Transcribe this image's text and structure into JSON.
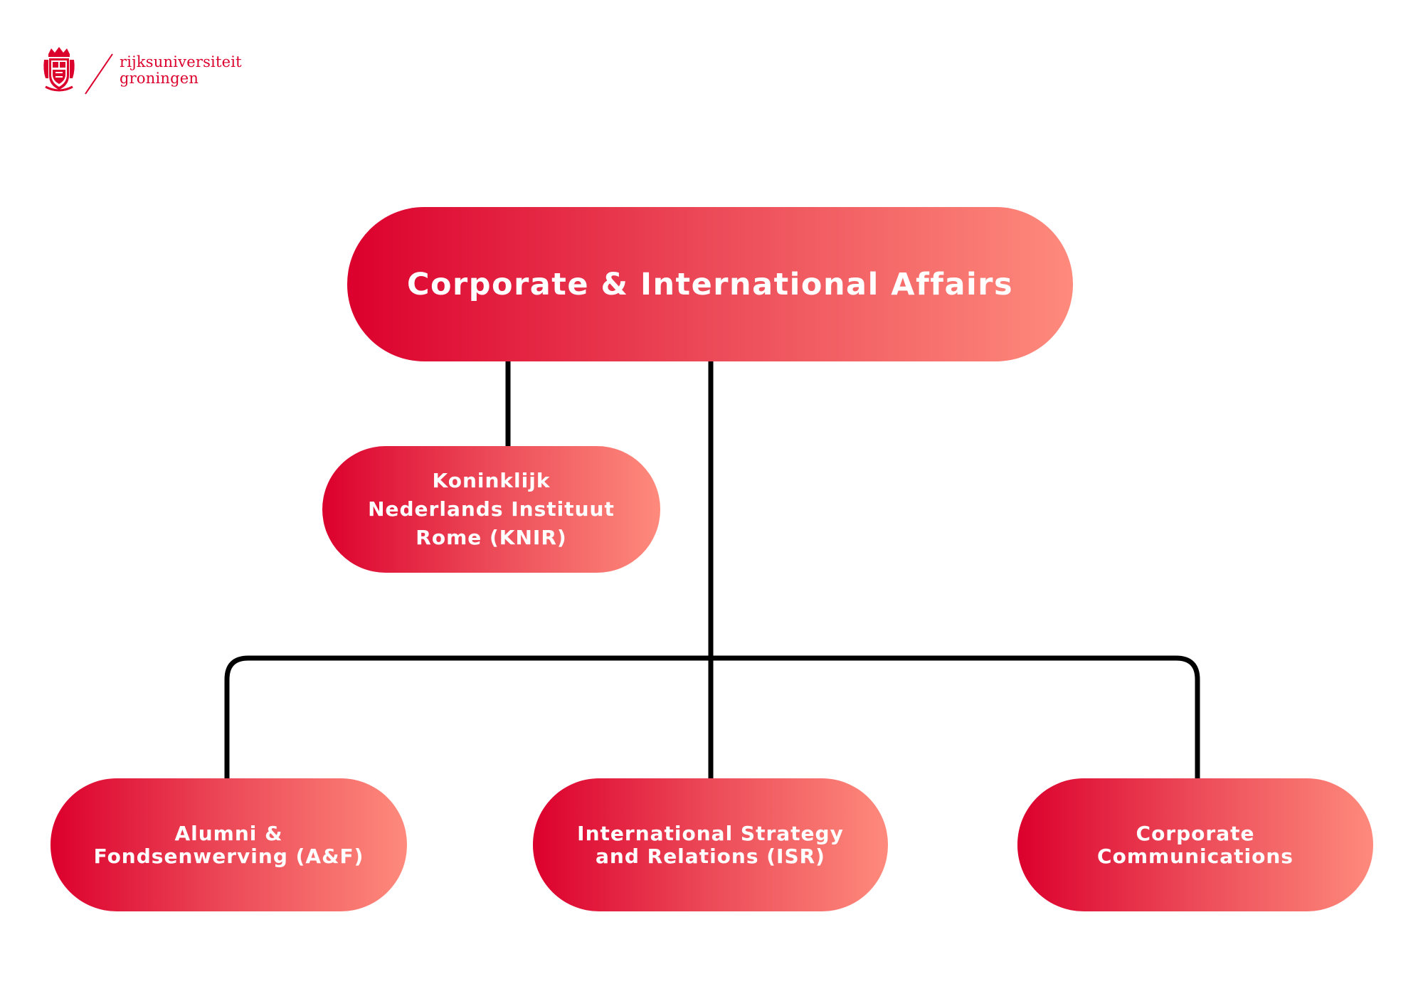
{
  "logo": {
    "line1": "rijksuniversiteit",
    "line2": "groningen",
    "icon": "university-crest-icon",
    "color": "#dc002d"
  },
  "diagram": {
    "root": {
      "label": "Corporate & International Affairs"
    },
    "knir": {
      "label": "Koninklijk Nederlands Instituut Rome (KNIR)"
    },
    "children": [
      {
        "label": "Alumni & Fondsenwerving (A&F)"
      },
      {
        "label": "International Strategy and Relations (ISR)"
      },
      {
        "label": "Corporate Communications"
      }
    ]
  },
  "colors": {
    "node_gradient_start": "#dc002d",
    "node_gradient_mid": "#ec4a58",
    "node_gradient_end": "#fe8a7c",
    "connector": "#000000",
    "node_text": "#ffffff"
  }
}
